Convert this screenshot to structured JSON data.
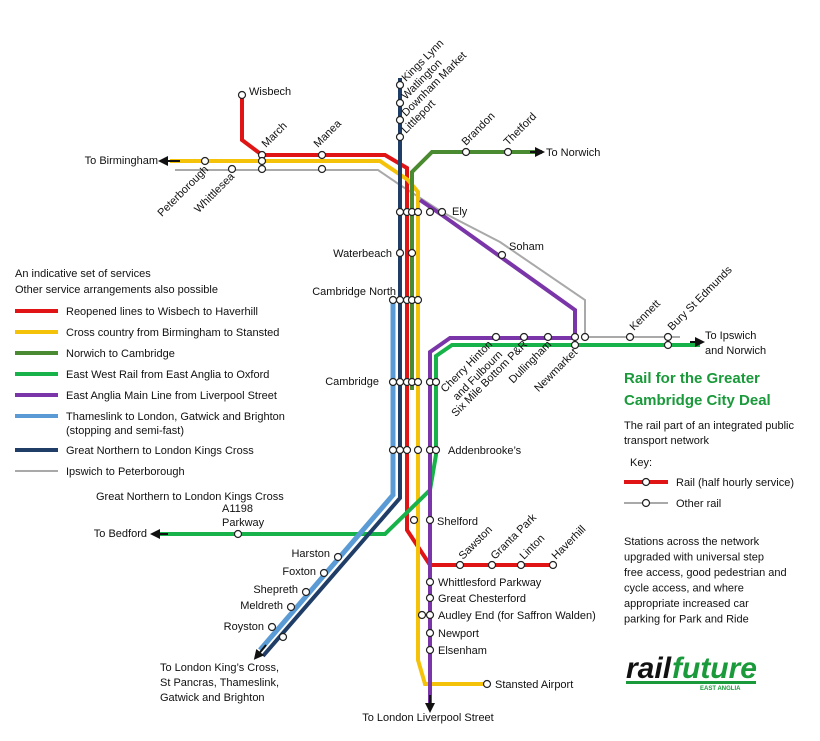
{
  "colors": {
    "red": "#e01414",
    "yellow": "#f5c20a",
    "darkgreen": "#4a8a30",
    "green": "#18b24a",
    "purple": "#7a35a8",
    "lightblue": "#5b9bd5",
    "navy": "#1f3d66",
    "grey": "#a9a9a9"
  },
  "stations": {
    "wisbech": "Wisbech",
    "march": "March",
    "manea": "Manea",
    "kings_lynn": "Kings Lynn",
    "watlington": "Watlington",
    "downham_market": "Downham Market",
    "littleport": "Littleport",
    "brandon": "Brandon",
    "thetford": "Thetford",
    "peterborough": "Peterborough",
    "whittlesea": "Whittlesea",
    "ely": "Ely",
    "soham": "Soham",
    "waterbeach": "Waterbeach",
    "cambridge_north": "Cambridge North",
    "kennett": "Kennett",
    "bury": "Bury St Edmunds",
    "cherry_hinton": "Cherry Hinton\nand Fulbourn",
    "six_mile": "Six Mile Bottom P&R",
    "dullingham": "Dullingham",
    "newmarket": "Newmarket",
    "cambridge": "Cambridge",
    "addenbrookes": "Addenbrooke’s",
    "shelford": "Shelford",
    "a1198": "A1198\nParkway",
    "harston": "Harston",
    "foxton": "Foxton",
    "shepreth": "Shepreth",
    "meldreth": "Meldreth",
    "royston": "Royston",
    "sawston": "Sawston",
    "granta_park": "Granta Park",
    "linton": "Linton",
    "haverhill": "Haverhill",
    "whittlesford": "Whittlesford Parkway",
    "great_chesterford": "Great Chesterford",
    "audley_end": "Audley End (for Saffron Walden)",
    "newport": "Newport",
    "elsenham": "Elsenham",
    "stansted": "Stansted Airport"
  },
  "destinations": {
    "birmingham": "To Birmingham",
    "norwich": "To Norwich",
    "ipswich": "To Ipswich\nand Norwich",
    "bedford": "To Bedford",
    "kings_cross": "To London King’s Cross,\nSt Pancras, Thameslink,\nGatwick and Brighton",
    "liverpool_street": "To London Liverpool Street"
  },
  "legend": {
    "intro": "An indicative set of services\nOther service arrangements also possible",
    "items": [
      {
        "label": "Reopened lines to Wisbech to Haverhill",
        "color": "#e01414"
      },
      {
        "label": "Cross country from Birmingham to Stansted",
        "color": "#f5c20a"
      },
      {
        "label": "Norwich to Cambridge",
        "color": "#4a8a30"
      },
      {
        "label": "East West Rail from East Anglia to Oxford",
        "color": "#18b24a"
      },
      {
        "label": "East Anglia Main Line from Liverpool Street",
        "color": "#7a35a8"
      },
      {
        "label": "Thameslink to London, Gatwick and Brighton\n(stopping and semi-fast)",
        "color": "#5b9bd5"
      },
      {
        "label": "Great Northern to London Kings Cross",
        "color": "#1f3d66"
      },
      {
        "label": "Ipswich to Peterborough",
        "color": "#a9a9a9"
      }
    ],
    "gn_note": "Great Northern to London Kings Cross"
  },
  "title": "Rail for the Greater\nCambridge City Deal",
  "subtitle": "The rail part of an integrated public\ntransport network",
  "key": {
    "heading": "Key:",
    "rail": "Rail (half hourly service)",
    "other": "Other rail"
  },
  "note": "Stations across the network\nupgraded with universal step\nfree access, good pedestrian and\ncycle access, and where\nappropriate increased car\nparking for Park and Ride",
  "logo": {
    "text": "railfuture",
    "sub": "EAST ANGLIA"
  }
}
